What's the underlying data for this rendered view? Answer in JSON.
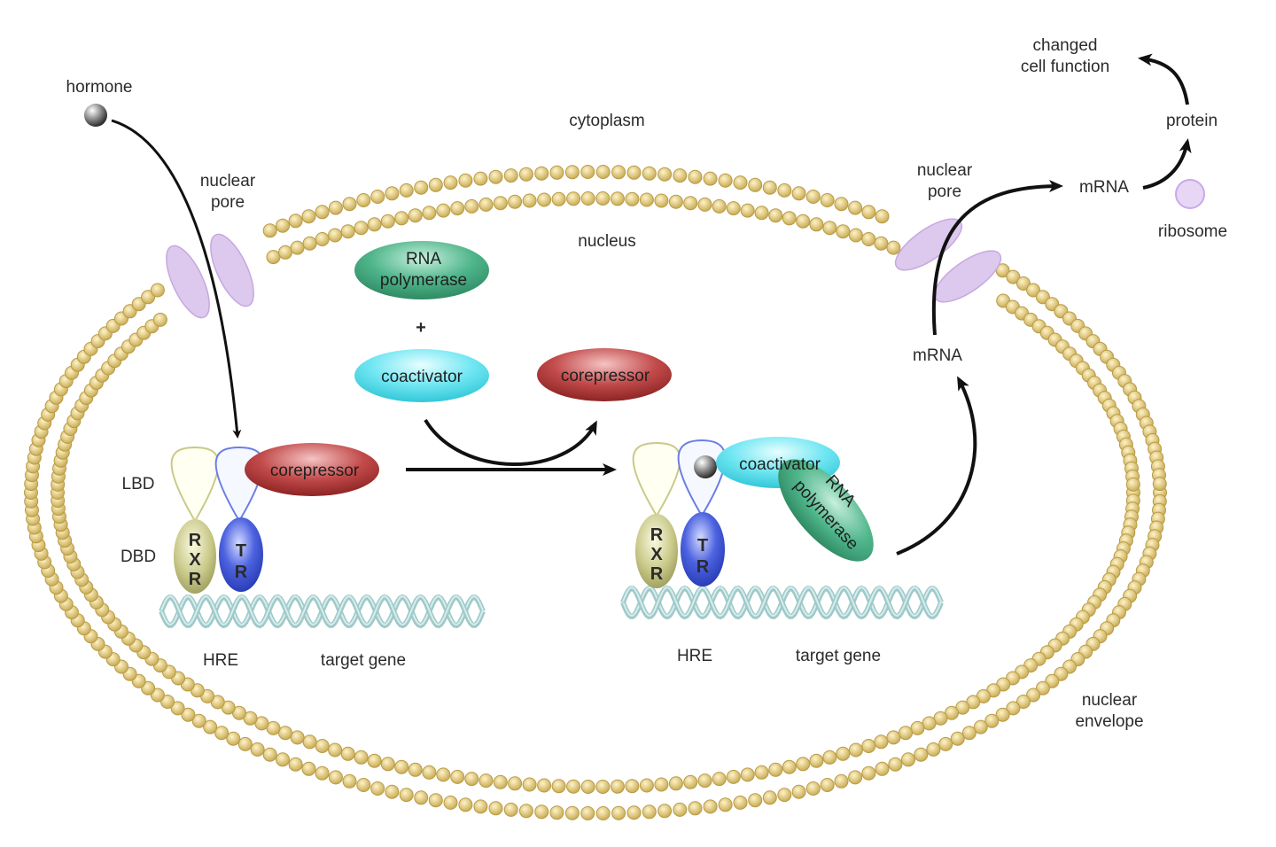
{
  "labels": {
    "cytoplasm": "cytoplasm",
    "nucleus": "nucleus",
    "hormone": "hormone",
    "nuclear_pore_left_1": "nuclear",
    "nuclear_pore_left_2": "pore",
    "nuclear_pore_right_1": "nuclear",
    "nuclear_pore_right_2": "pore",
    "changed_1": "changed",
    "changed_2": "cell function",
    "protein": "protein",
    "mrna_out": "mRNA",
    "ribosome": "ribosome",
    "mrna_in": "mRNA",
    "lbd": "LBD",
    "dbd": "DBD",
    "hre_left": "HRE",
    "target_gene_left": "target gene",
    "hre_right": "HRE",
    "target_gene_right": "target gene",
    "nuclear_envelope_1": "nuclear",
    "nuclear_envelope_2": "envelope",
    "plus": "+"
  },
  "molecules": {
    "rna_polymerase_1": "RNA",
    "rna_polymerase_2": "polymerase",
    "coactivator_free": "coactivator",
    "corepressor_released": "corepressor",
    "corepressor_bound": "corepressor",
    "coactivator_bound": "coactivator",
    "rna_pol_bound_1": "RNA",
    "rna_pol_bound_2": "polymerase"
  },
  "receptor_letters": {
    "rxr": [
      "R",
      "X",
      "R"
    ],
    "tr": [
      "T",
      "R"
    ]
  },
  "colors": {
    "membrane": "#d9c27a",
    "pore": "#ddc8ee",
    "rna_polymerase": "#4fb58a",
    "coactivator": "#6fe6f2",
    "corepressor": "#c24a4a",
    "rxr": "#c9c98a",
    "tr": "#4d63e0",
    "dna": "#9fc9c9"
  }
}
